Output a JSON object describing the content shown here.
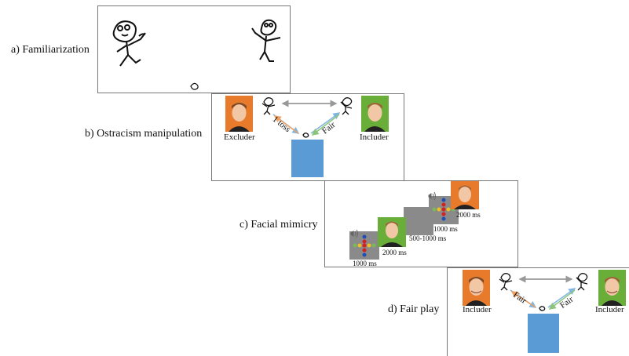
{
  "labels": {
    "a": "a) Familiarization",
    "b": "b) Ostracism manipulation",
    "c": "c) Facial mimicry",
    "d": "d) Fair play"
  },
  "panel_b": {
    "left_name": "Excluder",
    "right_name": "Includer",
    "left_arrow": "1 toss",
    "right_arrow": "Fair"
  },
  "panel_c": {
    "t1": "1000 ms",
    "t2": "2000 ms",
    "t3": "500-1000 ms",
    "t4": "1000 ms",
    "t5": "2000 ms"
  },
  "panel_d": {
    "left_name": "Includer",
    "right_name": "Includer",
    "left_arrow": "Fair",
    "right_arrow": "Fair"
  },
  "colors": {
    "orange": "#e87b2b",
    "green": "#6aae3a",
    "blue": "#5b9bd5",
    "gray": "#8a8a8a",
    "arrow_blue": "#7eb5e3",
    "arrow_orange": "#f0a060",
    "arrow_green": "#8cc47a",
    "arrow_gray": "#999999"
  }
}
